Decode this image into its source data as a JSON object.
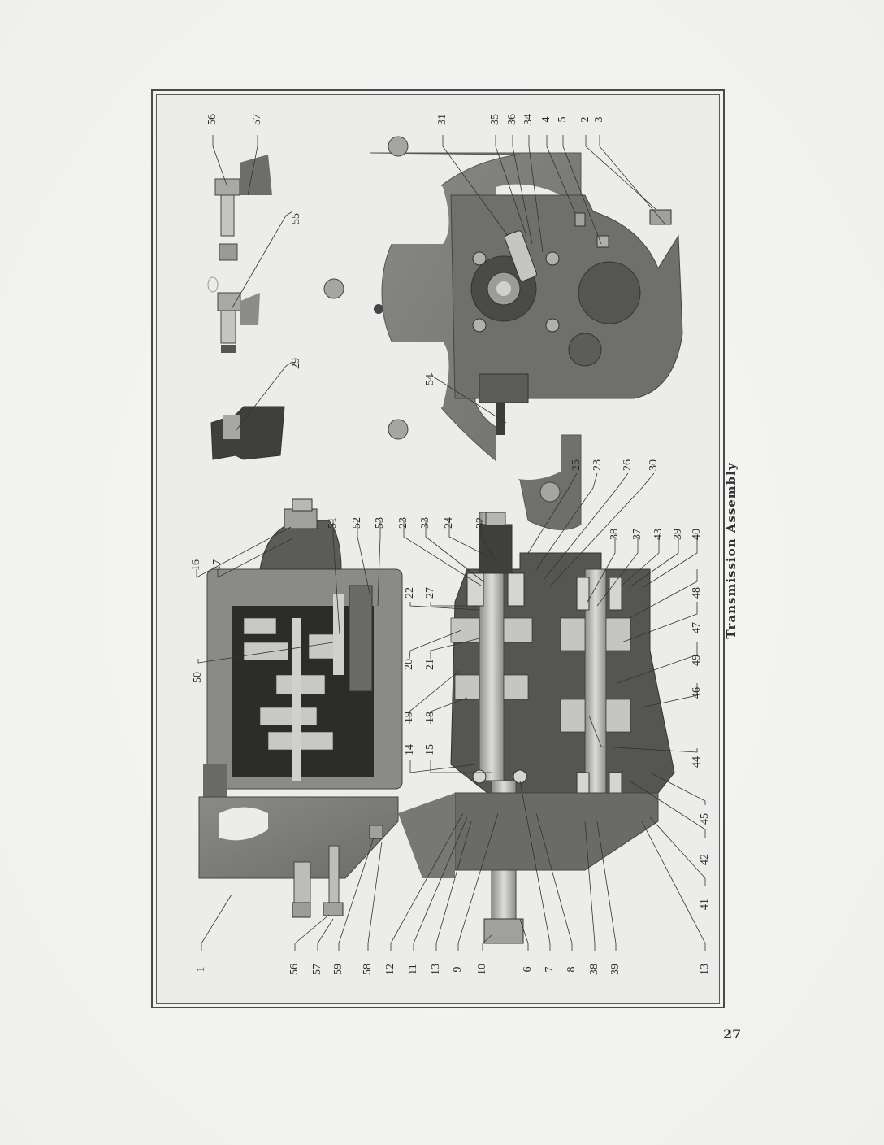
{
  "page": {
    "caption": "Transmission Assembly",
    "page_number": "27"
  },
  "figure": {
    "title": "Transmission Assembly",
    "orientation": "rotated 90° counter-clockwise",
    "colors": {
      "paper": "#f4f4f2",
      "frame": "#4a4a4a",
      "casting": "#7a7a78",
      "casting_dark": "#3c3c3a",
      "shaft": "#bdbdb9",
      "label": "#2b2b2b"
    },
    "labels": {
      "top_row": [
        "56",
        "57",
        "31",
        "35",
        "36",
        "34",
        "4",
        "5",
        "2",
        "3"
      ],
      "detail_labels": [
        "55",
        "29",
        "54"
      ],
      "upper_middle": [
        "16",
        "17",
        "51",
        "52",
        "53",
        "23",
        "33",
        "24",
        "32",
        "38",
        "37",
        "43",
        "39",
        "40"
      ],
      "right_column": [
        "25",
        "23",
        "26",
        "30"
      ],
      "middle": [
        "22",
        "27",
        "50",
        "20",
        "21",
        "19",
        "18",
        "14",
        "15",
        "48",
        "47",
        "49",
        "46",
        "44"
      ],
      "bottom_row": [
        "1",
        "56",
        "57",
        "59",
        "58",
        "12",
        "11",
        "13",
        "9",
        "10",
        "6",
        "7",
        "8",
        "38",
        "39",
        "13",
        "41",
        "42",
        "45"
      ]
    }
  }
}
